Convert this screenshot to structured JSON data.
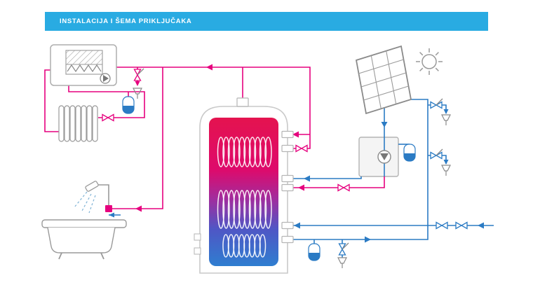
{
  "header": {
    "title": "INSTALACIJA I ŠEMA PRIKLJUČAKA",
    "bg_color": "#29abe2",
    "text_color": "#ffffff"
  },
  "colors": {
    "hot_pipe": "#e6007e",
    "cold_pipe": "#2b7bc4",
    "equipment_outline": "#9a9a9a",
    "tank_gradient": [
      "#e4134f",
      "#de0a6b",
      "#a02d9e",
      "#4f56c5",
      "#2f7ed0"
    ],
    "background": "#ffffff"
  },
  "components": {
    "boiler": "gas-boiler",
    "radiator": "radiator",
    "bath": "bathtub-with-shower",
    "mixer": "mixer-tap",
    "tank": "hot-water-storage-tank",
    "solar_panel": "solar-collector",
    "sun": "sun",
    "pump_station": "solar-pump-station",
    "expansion_vessel": "expansion-vessel",
    "safety_valve": "safety-valve-with-drain-funnel",
    "shutoff_valve": "shut-off-valve"
  }
}
